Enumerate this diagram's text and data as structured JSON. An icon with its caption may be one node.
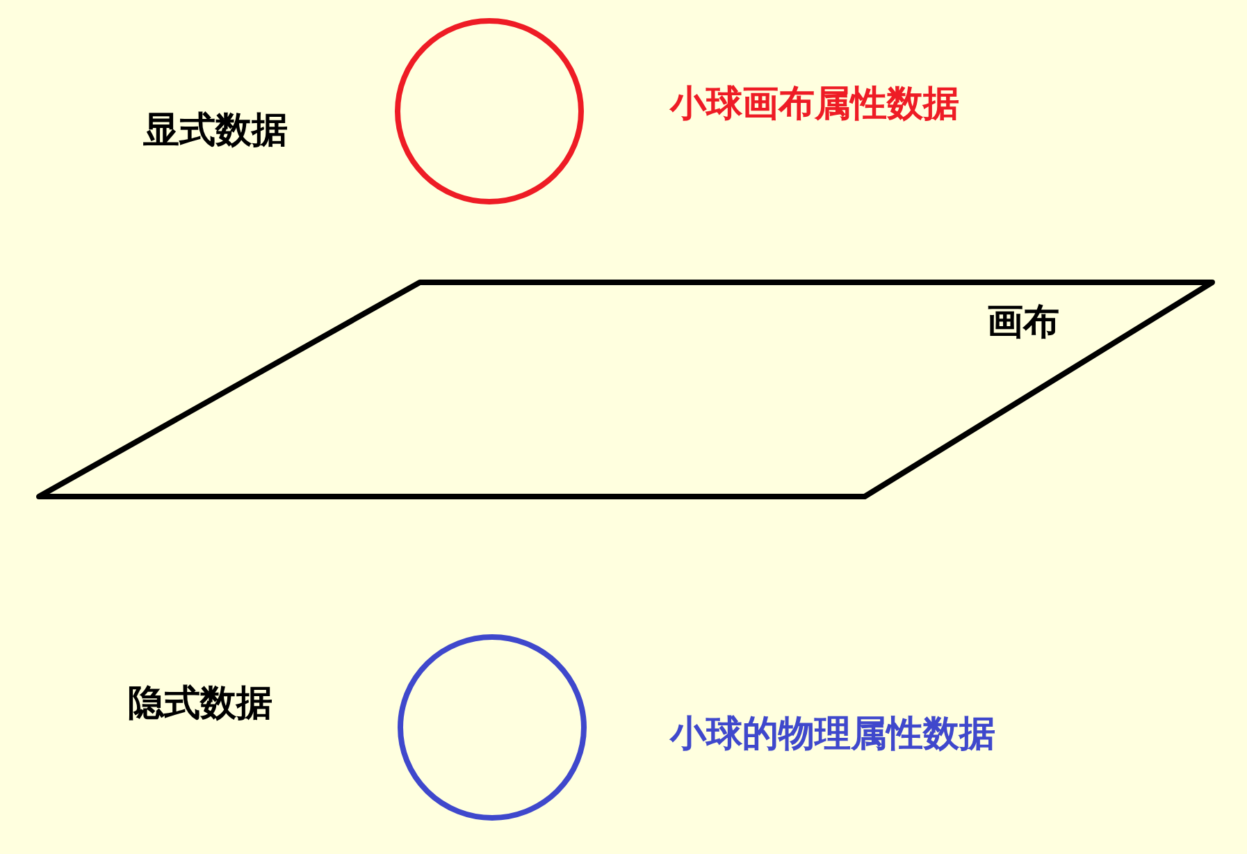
{
  "diagram": {
    "nodes": [
      {
        "text": [],
        "shape": "circle"
      },
      {
        "text": [
          "画布"
        ]
      },
      {
        "text": [],
        "shape": "circle"
      }
    ],
    "labels": [
      "显式数据",
      "小球画布属性数据",
      "隐式数据",
      "小球的物理属性数据"
    ]
  }
}
